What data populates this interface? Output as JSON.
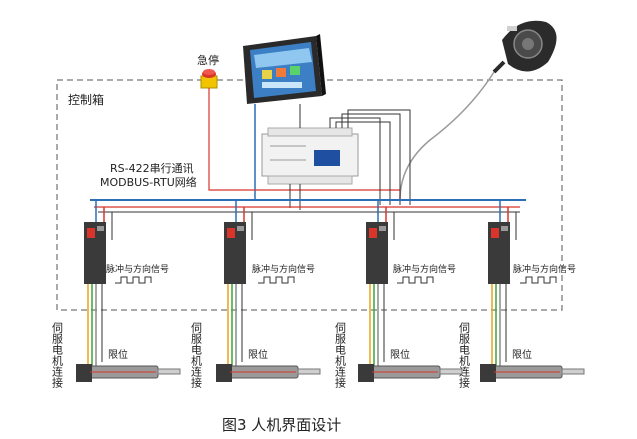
{
  "labels": {
    "estop": "急停",
    "control_box": "控制箱",
    "rs422_line1": "RS-422串行通讯",
    "rs422_line2": "MODBUS-RTU网络",
    "pulse_signal": "脉冲与方向信号",
    "servo_motor_wiring": "伺服电机连接",
    "limit": "限位",
    "caption": "图3   人机界面设计"
  },
  "colors": {
    "blue_bus": "#2b6fb6",
    "red_wire": "#d9352a",
    "dark_wire": "#333333",
    "orange_wire": "#e8a21a",
    "green_wire": "#3aa635",
    "gray_wire": "#8a8a8a"
  }
}
